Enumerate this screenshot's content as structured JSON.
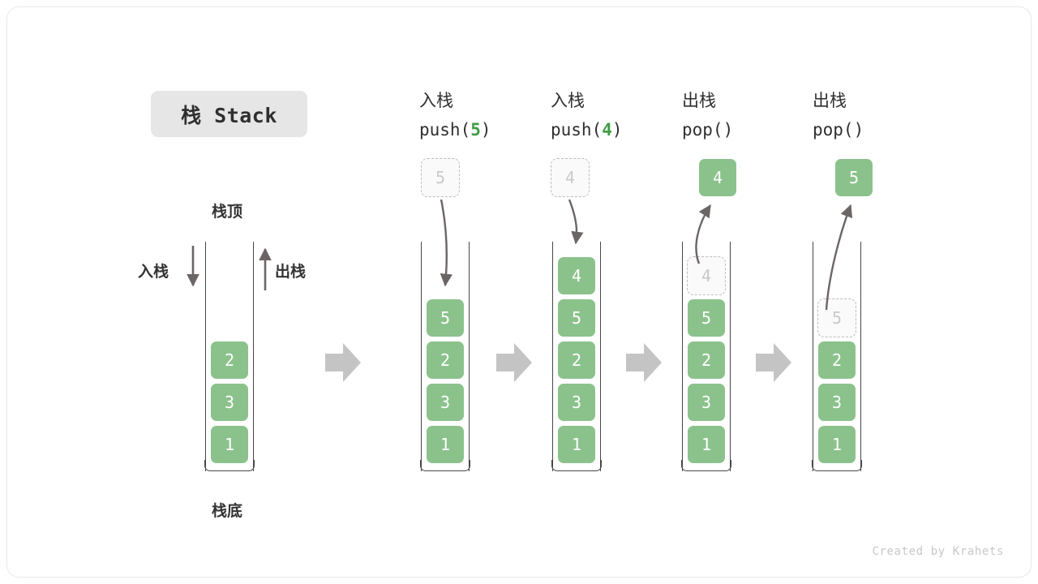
{
  "figure": {
    "title": "栈 Stack",
    "watermark": "Created by Krahets",
    "accent_green": "#8bc28c",
    "accent_green_text": "#3e9c45",
    "ghost_border": "#bdbdbd",
    "wall_color": "#4a4546",
    "flow_arrow_color": "#c4c4c4"
  },
  "base": {
    "top_label": "栈顶",
    "bottom_label": "栈底",
    "push_label": "入栈",
    "pop_label": "出栈",
    "cells": [
      "2",
      "3",
      "1"
    ]
  },
  "steps": [
    {
      "op_cn": "入栈",
      "op_code_prefix": "push(",
      "op_code_arg": "5",
      "op_code_suffix": ")",
      "float_value": "5",
      "float_style": "ghost",
      "cells": [
        {
          "value": "5",
          "style": "solid"
        },
        {
          "value": "2",
          "style": "solid"
        },
        {
          "value": "3",
          "style": "solid"
        },
        {
          "value": "1",
          "style": "solid"
        }
      ]
    },
    {
      "op_cn": "入栈",
      "op_code_prefix": "push(",
      "op_code_arg": "4",
      "op_code_suffix": ")",
      "float_value": "4",
      "float_style": "ghost",
      "cells": [
        {
          "value": "4",
          "style": "solid"
        },
        {
          "value": "5",
          "style": "solid"
        },
        {
          "value": "2",
          "style": "solid"
        },
        {
          "value": "3",
          "style": "solid"
        },
        {
          "value": "1",
          "style": "solid"
        }
      ]
    },
    {
      "op_cn": "出栈",
      "op_code_prefix": "pop(",
      "op_code_arg": "",
      "op_code_suffix": ")",
      "float_value": "4",
      "float_style": "solid",
      "cells": [
        {
          "value": "4",
          "style": "ghost"
        },
        {
          "value": "5",
          "style": "solid"
        },
        {
          "value": "2",
          "style": "solid"
        },
        {
          "value": "3",
          "style": "solid"
        },
        {
          "value": "1",
          "style": "solid"
        }
      ]
    },
    {
      "op_cn": "出栈",
      "op_code_prefix": "pop(",
      "op_code_arg": "",
      "op_code_suffix": ")",
      "float_value": "5",
      "float_style": "solid",
      "cells": [
        {
          "value": "5",
          "style": "ghost"
        },
        {
          "value": "2",
          "style": "solid"
        },
        {
          "value": "3",
          "style": "solid"
        },
        {
          "value": "1",
          "style": "solid"
        }
      ]
    }
  ]
}
